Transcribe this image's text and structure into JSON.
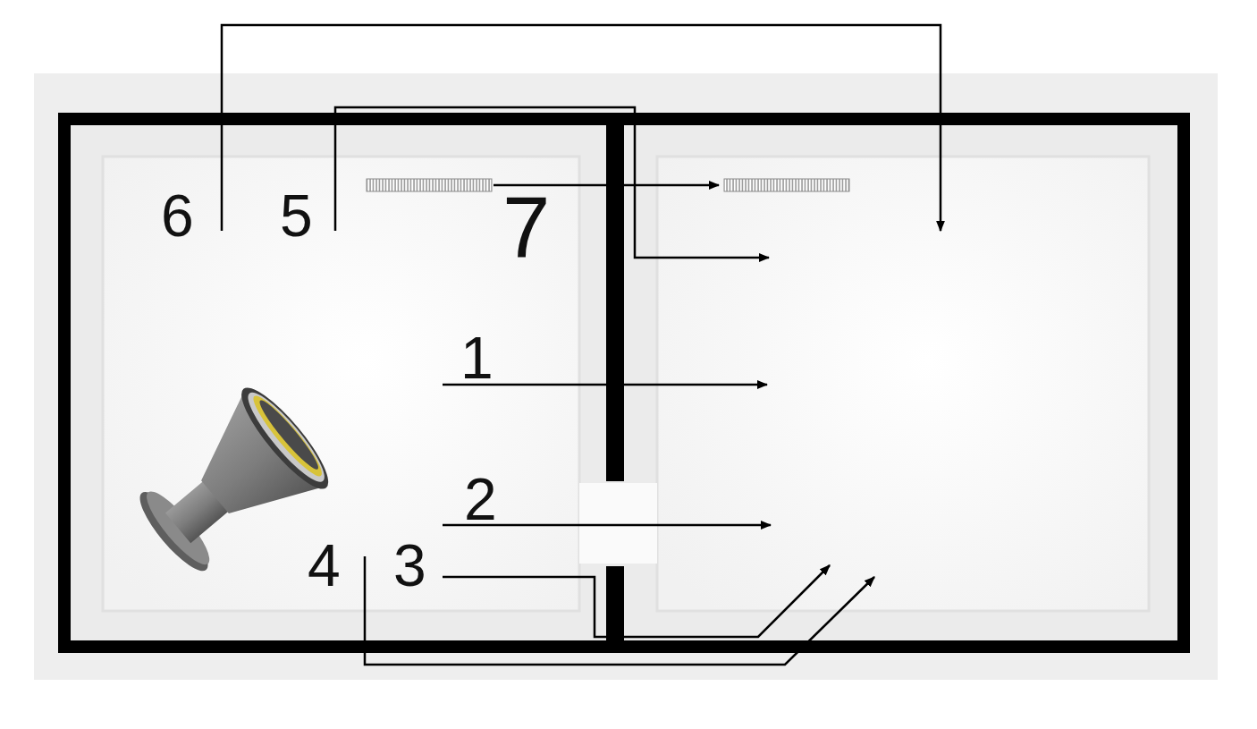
{
  "diagram": {
    "labels": [
      "6",
      "5",
      "7",
      "1",
      "2",
      "4",
      "3"
    ]
  }
}
